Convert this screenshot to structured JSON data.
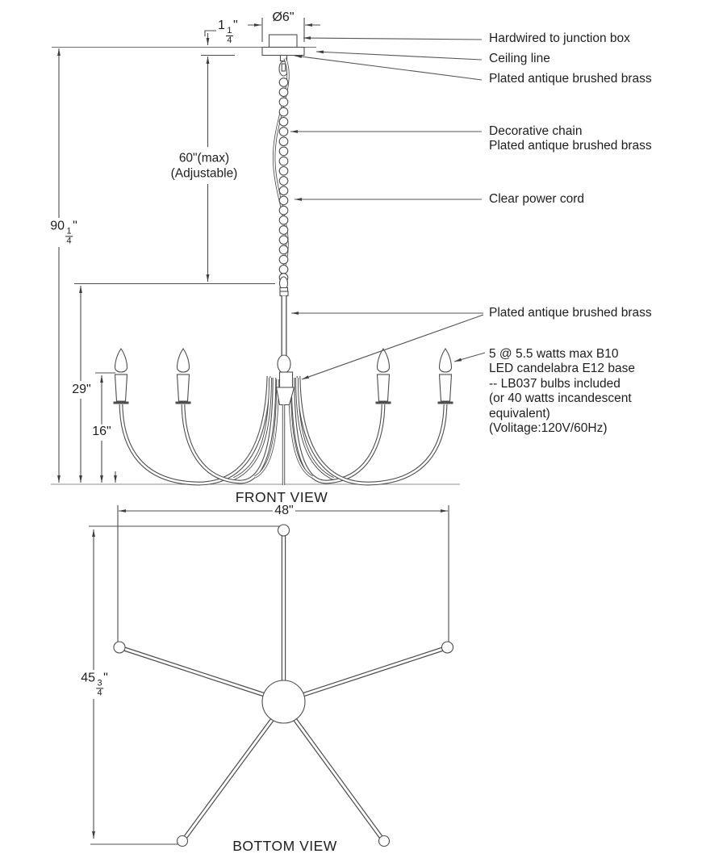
{
  "drawing": {
    "type": "chandelier specification line drawing",
    "views": {
      "front": "FRONT VIEW",
      "bottom": "BOTTOM VIEW"
    }
  },
  "dimensions": {
    "canopy_diameter": "Ø6\"",
    "canopy_height": {
      "whole": "1",
      "num": "1",
      "den": "4",
      "unit": "\""
    },
    "overall_height": {
      "whole": "90",
      "num": "1",
      "den": "4",
      "unit": "\""
    },
    "chain_drop_line1": "60\"(max)",
    "chain_drop_line2": "(Adjustable)",
    "body_height": "29\"",
    "arm_rise": "16\"",
    "overall_width": "48\"",
    "arm_diagonal": {
      "whole": "45",
      "num": "3",
      "den": "4",
      "unit": "\""
    }
  },
  "callouts": {
    "hardwired": "Hardwired to junction box",
    "ceiling": "Ceiling line",
    "canopy_finish": "Plated antique brushed brass",
    "chain_line1": "Decorative chain",
    "chain_line2": "Plated antique brushed brass",
    "cord": "Clear power cord",
    "body_finish": "Plated antique brushed brass",
    "bulb_line1": "5 @ 5.5 watts max B10",
    "bulb_line2": "LED candelabra E12 base",
    "bulb_line3": "-- LB037 bulbs included",
    "bulb_line4": "(or 40 watts incandescent",
    "bulb_line5": "equivalent)",
    "bulb_line6": "(Volitage:120V/60Hz)"
  },
  "colors": {
    "line": "#4d4d4d",
    "text": "#1e1e1e",
    "background": "#ffffff"
  }
}
